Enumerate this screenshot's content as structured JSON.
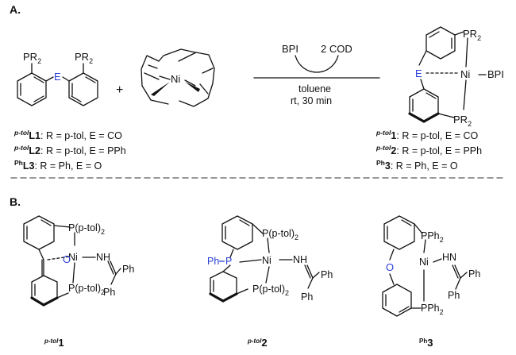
{
  "panel_a": {
    "label": "A.",
    "plus": "+",
    "arrow": {
      "reagent": "BPI",
      "byproduct": "2 COD",
      "solvent": "toluene",
      "conditions": "rt, 30 min"
    },
    "ligand": {
      "pr2_left": "PR",
      "pr2_right": "PR",
      "sub": "2",
      "E": "E"
    },
    "ni_cod": {
      "ni": "Ni"
    },
    "product": {
      "pr2_top": "PR",
      "pr2_bottom": "PR",
      "sub": "2",
      "ni": "Ni",
      "bpi": "BPI",
      "E": "E"
    },
    "ligand_labels": [
      {
        "pre": "p-tol",
        "bold": "L1",
        "text": ": R = p-tol, E = CO"
      },
      {
        "pre": "p-tol",
        "bold": "L2",
        "text": ": R = p-tol, E = PPh"
      },
      {
        "pre": "Ph",
        "bold": "L3",
        "text": ": R = Ph, E = O"
      }
    ],
    "product_labels": [
      {
        "pre": "p-tol",
        "bold": "1",
        "text": ": R = p-tol, E = CO"
      },
      {
        "pre": "p-tol",
        "bold": "2",
        "text": ": R = p-tol, E = PPh"
      },
      {
        "pre": "Ph",
        "bold": "3",
        "text": ": R = Ph, E = O"
      }
    ]
  },
  "panel_b": {
    "label": "B.",
    "s1": {
      "p_top": "P(p-tol)",
      "p_bot": "P(p-tol)",
      "sub": "2",
      "ni": "Ni",
      "nh": "NH",
      "ph1": "Ph",
      "ph2": "Ph",
      "o": "O"
    },
    "s2": {
      "p_top": "P(p-tol)",
      "p_bot": "P(p-tol)",
      "sub": "2",
      "ni": "Ni",
      "nh": "NH",
      "ph1": "Ph",
      "ph2": "Ph",
      "php": "Ph",
      "pp": "P"
    },
    "s3": {
      "pph_top": "PPh",
      "pph_bot": "PPh",
      "sub": "2",
      "ni": "Ni",
      "hn": "HN",
      "ph1": "Ph",
      "ph2": "Ph",
      "o": "O"
    },
    "captions": [
      {
        "pre": "p-tol",
        "bold": "1"
      },
      {
        "pre": "p-tol",
        "bold": "2"
      },
      {
        "pre": "Ph",
        "bold": "3"
      }
    ]
  },
  "colors": {
    "accent": "#2a3fd6",
    "ink": "#111111",
    "divider": "#777777"
  }
}
